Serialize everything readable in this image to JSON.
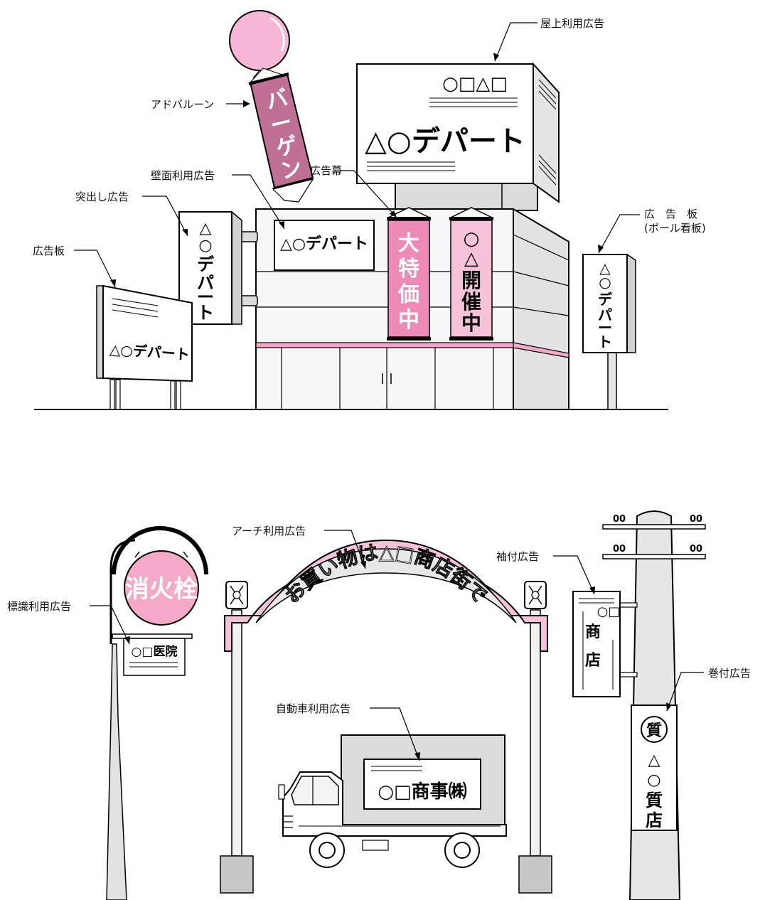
{
  "labels": {
    "rooftop": "屋上利用広告",
    "balloon": "アドバルーン",
    "wall": "壁面利用広告",
    "banner_curtain": "広告幕",
    "projecting": "突出し広告",
    "billboard": "広告板",
    "pole_line1": "広　告　板",
    "pole_line2": "(ポール看板)",
    "arch": "アーチ利用広告",
    "sleeve": "袖付広告",
    "sign_use": "標識利用広告",
    "wrap": "巻付広告",
    "vehicle": "自動車利用広告"
  },
  "signs": {
    "rooftop_symbols": "○□△□",
    "store_name": "△○デパート",
    "balloon_banner": "バーゲン",
    "curtain_left": [
      "大",
      "特",
      "価",
      "中"
    ],
    "curtain_right": [
      "○",
      "△",
      "開",
      "催",
      "中"
    ],
    "vertical_store": [
      "△",
      "○",
      "デ",
      "パ",
      "ー",
      "ト"
    ],
    "hydrant": "消火栓",
    "clinic": "○□医院",
    "arch_text": "お買い物は△□商店街で",
    "sleeve_symbols": "○□",
    "sleeve_chars": [
      "商",
      "店"
    ],
    "pawn_circle": "質",
    "pawn_chars": [
      "△",
      "○",
      "質",
      "店"
    ],
    "truck_text": "○□商事㈱",
    "pole_marks": "00"
  },
  "colors": {
    "pink_light": "#f5a9c9",
    "pink_mid": "#ee8ab6",
    "mauve": "#c07095",
    "balloon": "#f7b6d6",
    "gray_light": "#e8e8e8",
    "gray_mid": "#d6d6d6",
    "gray_dark": "#9a9a9a"
  }
}
